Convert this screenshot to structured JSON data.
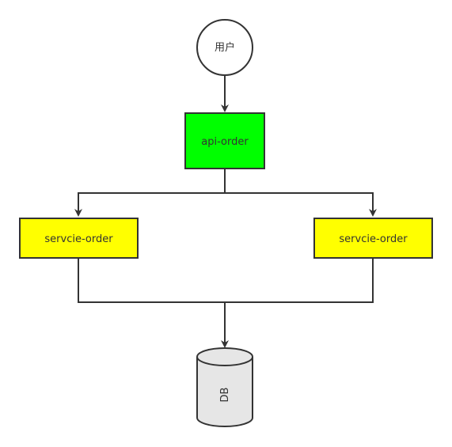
{
  "nodes": {
    "user": {
      "label": "用户"
    },
    "api": {
      "label": "api-order"
    },
    "service_left": {
      "label": "servcie-order"
    },
    "service_right": {
      "label": "servcie-order"
    },
    "db": {
      "label": "DB"
    }
  },
  "colors": {
    "api_fill": "#00ff00",
    "service_fill": "#ffff00",
    "db_fill": "#e6e6e6",
    "stroke": "#333333"
  }
}
